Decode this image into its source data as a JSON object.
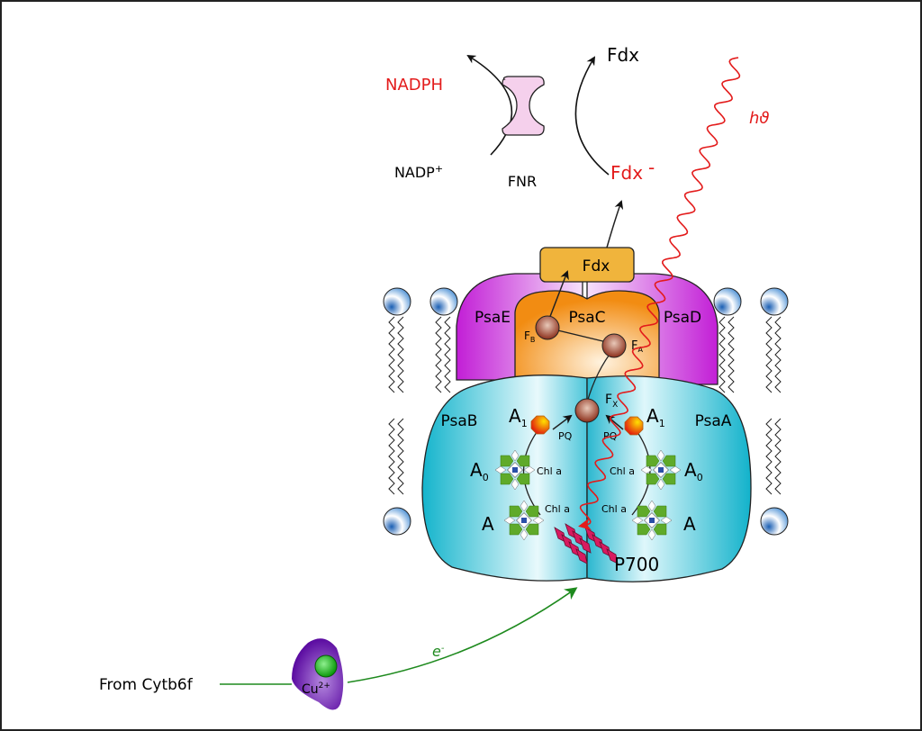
{
  "diagram": {
    "title": "Photosystem I electron transport",
    "fnr_cycle": {
      "nadph": "NADPH",
      "nadp_plus": "NADP",
      "nadp_sup": "+",
      "fnr": "FNR",
      "fdx_ox": "Fdx",
      "fdx_red": "Fdx",
      "fdx_red_sup": "-"
    },
    "light": {
      "label": "hϑ"
    },
    "complex": {
      "fdx_box": "Fdx",
      "psaE": "PsaE",
      "psaC": "PsaC",
      "psaD": "PsaD",
      "psaB": "PsaB",
      "psaA": "PsaA",
      "fb": "F",
      "fb_sub": "B",
      "fa": "F",
      "fa_sub": "A",
      "fx": "F",
      "fx_sub": "X",
      "a1_left": "A",
      "a1_left_sub": "1",
      "a1_right": "A",
      "a1_right_sub": "1",
      "pq_left": "PQ",
      "pq_right": "PQ",
      "a0_left": "A",
      "a0_left_sub": "0",
      "a0_right": "A",
      "a0_right_sub": "0",
      "chl_a0_left": "Chl a",
      "chl_a0_right": "Chl a",
      "chl_a_left": "Chl a",
      "chl_a_right": "Chl a",
      "a_left": "A",
      "a_right": "A",
      "p700": "P700"
    },
    "plastocyanin": {
      "source": "From Cytb6f",
      "cu": "Cu",
      "cu_sup": "2+",
      "electron": "e",
      "electron_sup": "-"
    },
    "colors": {
      "red": "#e31b1b",
      "green": "#1e8a1e",
      "cyan": "#1eb8d0",
      "magenta": "#c21ed6",
      "orange": "#f28c12",
      "fdx_box": "#f0b43c",
      "fnr_pink": "#f5d0ec",
      "purple": "#6a0dad"
    }
  }
}
